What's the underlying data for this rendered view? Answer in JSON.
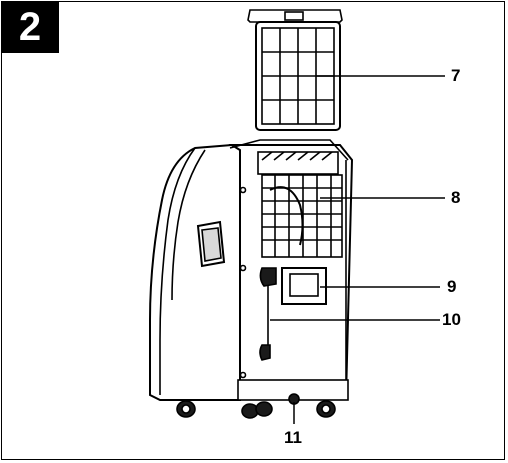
{
  "figure": {
    "number": "2"
  },
  "callouts": [
    {
      "label": "7"
    },
    {
      "label": "8"
    },
    {
      "label": "9"
    },
    {
      "label": "10"
    },
    {
      "label": "11"
    }
  ],
  "colors": {
    "line": "#000000",
    "fill_dark": "#1a1a1a",
    "fill_light": "#ffffff",
    "shade": "#d9d9d9"
  }
}
